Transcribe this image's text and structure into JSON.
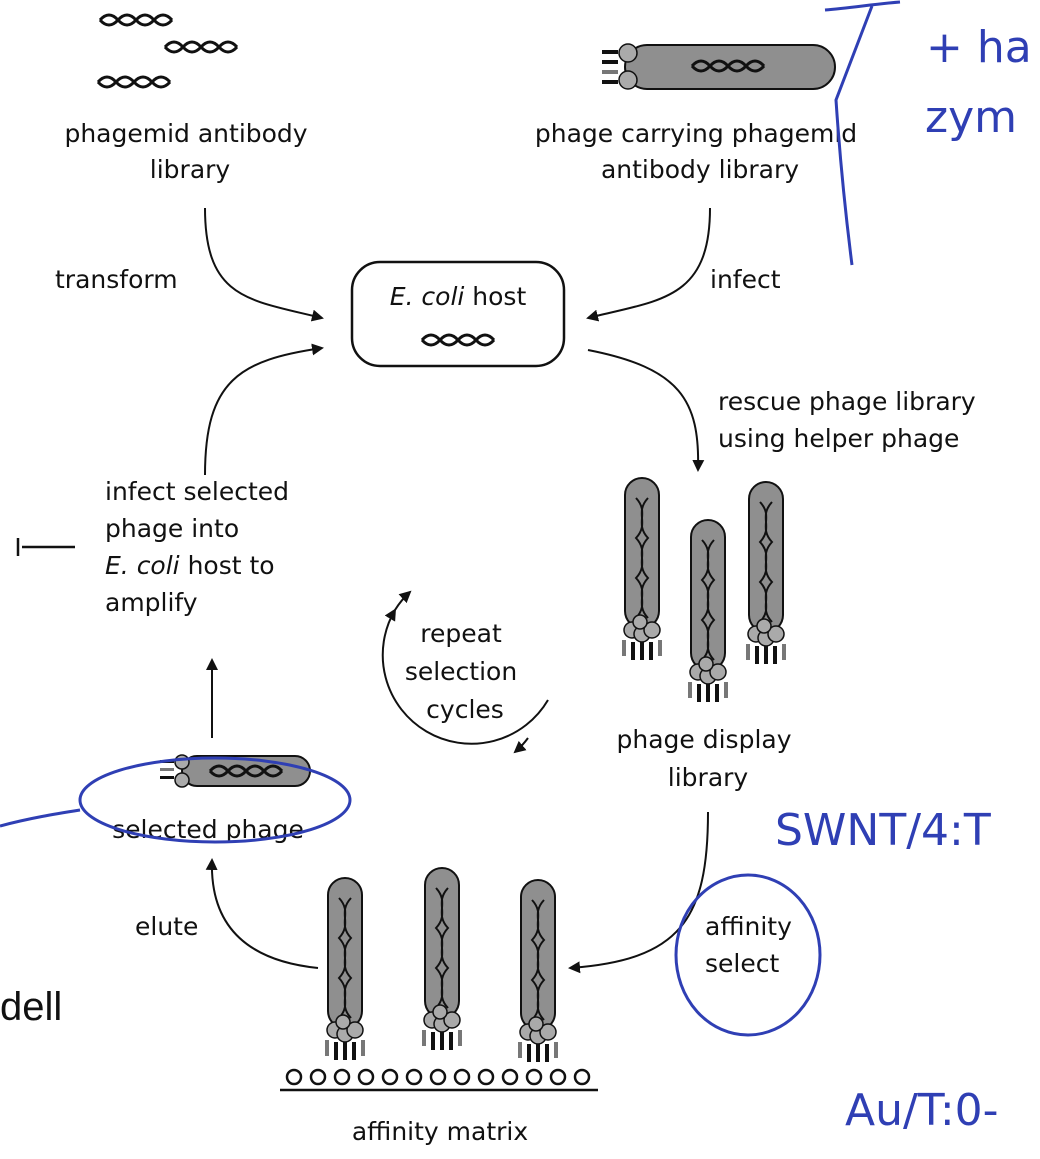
{
  "diagram": {
    "title": "",
    "nodes": {
      "phagemid_library": [
        "phagemid antibody",
        "library"
      ],
      "phage_carrying": [
        "phage carrying phagemid",
        "antibody library"
      ],
      "ecoli_host": {
        "italic": "E. coli",
        "rest": " host"
      },
      "infect_selected": {
        "line1": "infect selected",
        "line2": "phage into",
        "line3_italic": "E. coli",
        "line3_rest": " host to",
        "line4": "amplify"
      },
      "repeat_cycles": [
        "repeat",
        "selection",
        "cycles"
      ],
      "display_library": [
        "phage display",
        "library"
      ],
      "selected_phage": "selected phage",
      "affinity_select": [
        "affinity",
        "select"
      ],
      "affinity_matrix": "affinity matrix"
    },
    "arrows": {
      "transform": "transform",
      "infect": "infect",
      "rescue": [
        "rescue phage library",
        "using helper phage"
      ],
      "elute": "elute"
    },
    "side_text": "dell",
    "handwriting": {
      "top_right": [
        "+ ha",
        "zym"
      ],
      "mid_right": "SWNT/4:T",
      "bottom_right": "Au/T:0-"
    },
    "colors": {
      "ink": "#111111",
      "phage_body": "#8f8f8f",
      "pen": "#2f3fb4"
    }
  }
}
